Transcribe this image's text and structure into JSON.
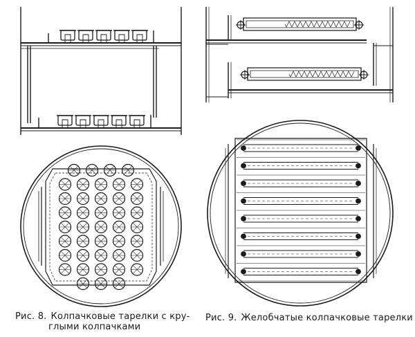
{
  "figures": [
    {
      "id": "fig8",
      "label": "Рис. 8.",
      "caption_line1": "Колпачковые тарелки с кру-",
      "caption_line2": "глыми колпачками"
    },
    {
      "id": "fig9",
      "label": "Рис. 9.",
      "caption_line1": "Желобчатые колпачковые тарелки"
    }
  ],
  "colors": {
    "ink": "#1a1a1a",
    "paper": "#ffffff",
    "hatch": "#555555"
  },
  "fig8_plan": {
    "cap_rows": [
      4,
      5,
      5,
      5,
      5,
      5,
      5,
      5,
      3
    ]
  },
  "fig9_plan": {
    "trough_count": 8
  }
}
